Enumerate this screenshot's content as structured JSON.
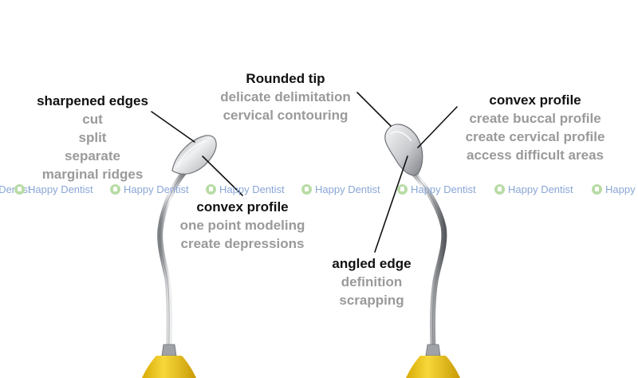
{
  "labels": {
    "sharpened": {
      "title": "sharpened edges",
      "items": [
        "cut",
        "split",
        "separate",
        "marginal ridges"
      ]
    },
    "rounded": {
      "title": "Rounded tip",
      "items": [
        "delicate delimitation",
        "cervical contouring"
      ]
    },
    "convex_left": {
      "title": "convex profile",
      "items": [
        "one point modeling",
        "create depressions"
      ]
    },
    "convex_right": {
      "title": "convex profile",
      "items": [
        "create buccal profile",
        "create cervical profile",
        "access difficult areas"
      ]
    },
    "angled": {
      "title": "angled edge",
      "items": [
        "definition",
        "scrapping"
      ]
    }
  },
  "watermark": {
    "text": "Happy Dentist",
    "icon": "tooth-logo-icon",
    "color": "#8aa6d6"
  },
  "colors": {
    "heading": "#111111",
    "subtext": "#9a9a9a",
    "handle": "#f2cd1f",
    "steel": "#b9bbbe"
  }
}
